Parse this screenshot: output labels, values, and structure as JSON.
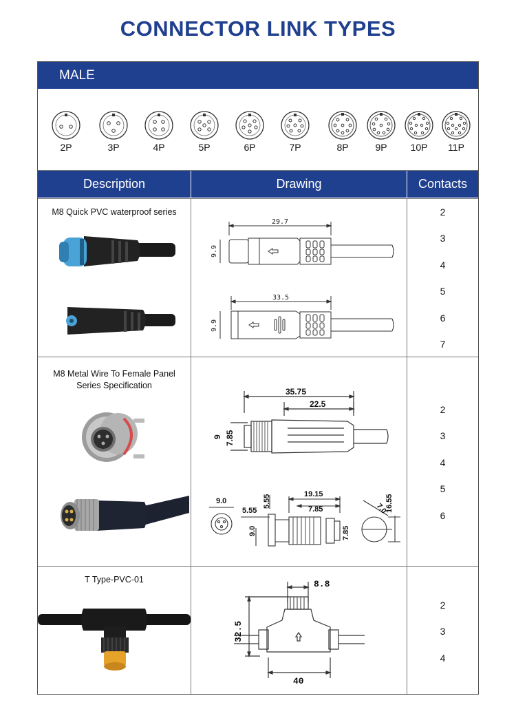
{
  "title": "CONNECTOR LINK TYPES",
  "male_label": "MALE",
  "pin_types": [
    "2P",
    "3P",
    "4P",
    "5P",
    "6P",
    "7P",
    "8P",
    "9P",
    "10P",
    "11P"
  ],
  "headers": {
    "description": "Description",
    "drawing": "Drawing",
    "contacts": "Contacts"
  },
  "rows": [
    {
      "description": "M8 Quick PVC waterproof series",
      "contacts": [
        "2",
        "3",
        "4",
        "5",
        "6",
        "7"
      ],
      "dims": [
        "29.7",
        "9.9",
        "33.5",
        "9.9"
      ]
    },
    {
      "description_lines": [
        "M8 Metal Wire To Female Panel",
        "Series Specification"
      ],
      "contacts": [
        "2",
        "3",
        "4",
        "5",
        "6"
      ],
      "dims": [
        "35.75",
        "22.5",
        "9",
        "7.85",
        "9.0",
        "5.55",
        "19.15",
        "16.55",
        "7.85",
        "7.0",
        "5.55",
        "9.0",
        "7.85"
      ]
    },
    {
      "description": "T Type-PVC-01",
      "contacts": [
        "2",
        "3",
        "4"
      ],
      "dims": [
        "8.8",
        "32.5",
        "40"
      ]
    }
  ],
  "colors": {
    "brand": "#1f3f8f",
    "connector_blue": "#4aa3d6",
    "connector_yellow": "#e6a32a"
  },
  "icons": [
    "connector-pin-face-icon"
  ]
}
